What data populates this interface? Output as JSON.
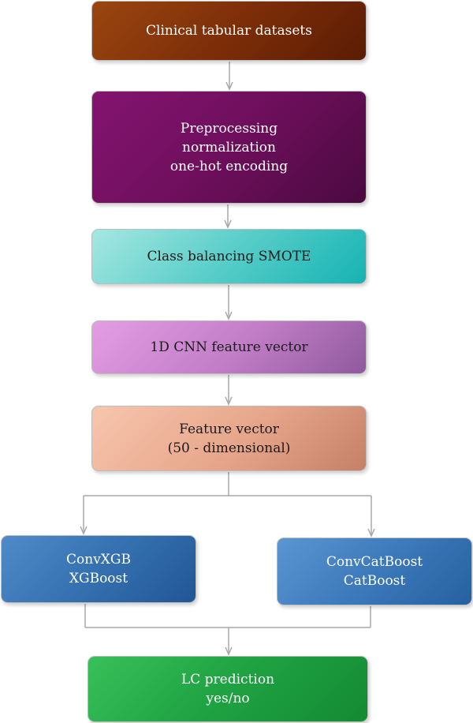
{
  "nodes": {
    "input": {
      "lines": [
        "Clinical tabular datasets"
      ]
    },
    "prep": {
      "lines": [
        "Preprocessing",
        "normalization",
        "one-hot encoding"
      ]
    },
    "smote": {
      "lines": [
        "Class balancing SMOTE"
      ]
    },
    "cnn": {
      "lines": [
        "1D CNN feature vector"
      ]
    },
    "feature": {
      "lines": [
        "Feature vector",
        "(50 - dimensional)"
      ]
    },
    "xgb": {
      "lines": [
        "ConvXGB",
        "XGBoost"
      ]
    },
    "cat": {
      "lines": [
        "ConvCatBoost",
        "CatBoost"
      ]
    },
    "pred": {
      "lines": [
        "LC prediction",
        "yes/no"
      ]
    }
  },
  "colors": {
    "connector": "#a8a8a8",
    "input": "#7a2c08",
    "prep": "#6e0f5c",
    "smote": "#3cc4c0",
    "cnn": "#c07cc6",
    "feature": "#e6a58a",
    "xgb": "#3571b0",
    "cat": "#3d7abb",
    "pred": "#1fa242"
  }
}
